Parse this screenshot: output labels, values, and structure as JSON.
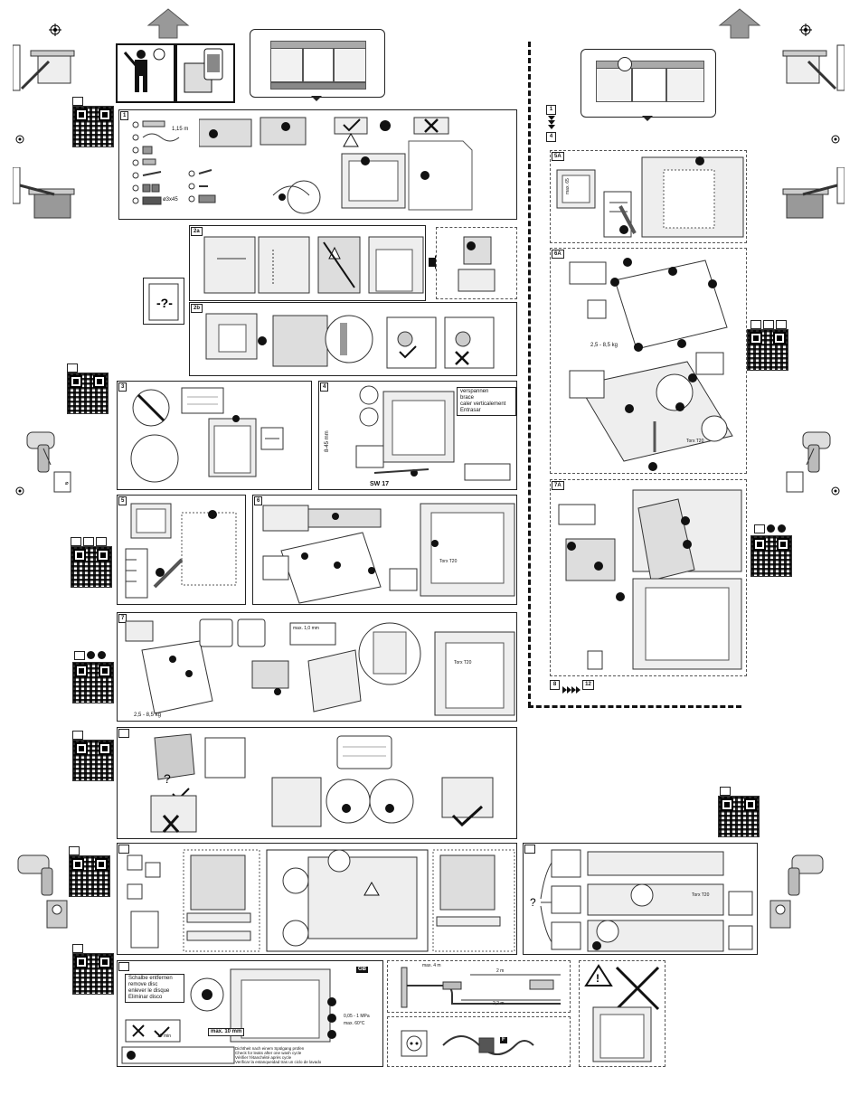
{
  "steps": {
    "s1": "1",
    "s2a": "2a",
    "s2b": "2b",
    "s3": "3",
    "s4": "4",
    "s5": "5",
    "s6": "6",
    "s7": "7",
    "s5a": "5A",
    "s6a": "6A",
    "s7a": "7A",
    "seq_start": "1",
    "seq_end": "4",
    "seq_range_start": "8",
    "seq_range_end": "12"
  },
  "panel1": {
    "hose_length": "1,15 m",
    "screws_hint": "ø3x45"
  },
  "panel4": {
    "terms": [
      "verspannen",
      "brace",
      "caler verticalement",
      "Entrasar"
    ],
    "height_label": "8-45 mm",
    "wrench_label": "SW 17"
  },
  "weights": {
    "door_weight": "2,5 - 8,5 kg",
    "door_weight_a": "2,5 - 8,5 kg"
  },
  "torque": {
    "t20_1": "Torx T20",
    "t20_2": "Torx T20",
    "t20_3": "Torx T20",
    "t20_4": "Torx T20"
  },
  "panel5a": {
    "max_label": "max. 65"
  },
  "panel7": {
    "gap_label": "max. 1,0 mm"
  },
  "bottom": {
    "disc_lines": [
      "Schalbe entfernen",
      "remove disc",
      "enlever le disque",
      "Eliminar disco"
    ],
    "max_height": "max. 10 mm",
    "time": "10 min",
    "leak_lines": [
      "Dichtheit nach einem Spülgang prüfen",
      "Check for leaks after one wash cycle",
      "Vérifier l'étanchéité après cycle",
      "Verificar la estanqueidad tras un ciclo de lavado"
    ],
    "hose_max": "max. 4 m",
    "len_2m": "2 m",
    "len_22m": "2,2 m",
    "pressure": "0,05 - 1 MPa",
    "temp": "max. 60°C",
    "country": "GB",
    "plug_badge": "F"
  }
}
